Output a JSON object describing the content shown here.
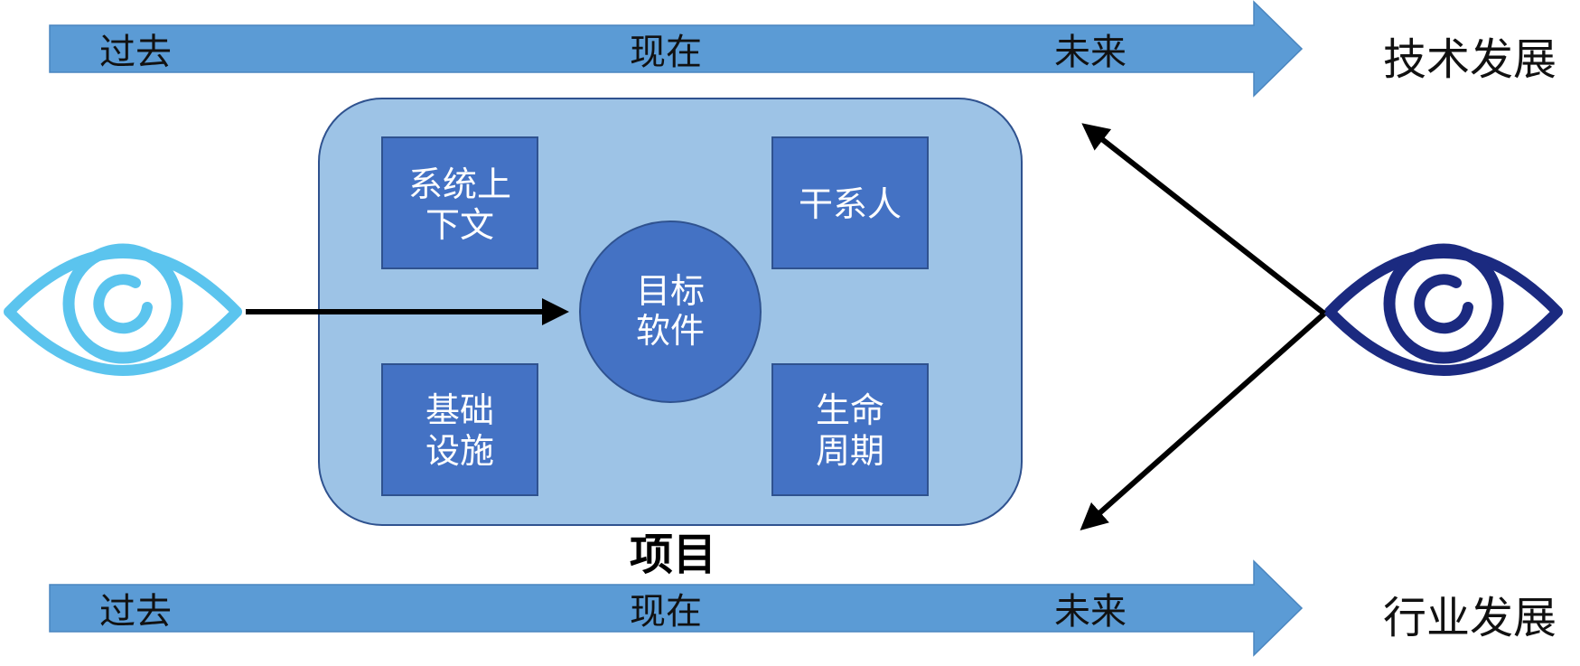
{
  "top_timeline": {
    "past": "过去",
    "present": "现在",
    "future": "未来",
    "label": "技术发展"
  },
  "bottom_timeline": {
    "past": "过去",
    "present": "现在",
    "future": "未来",
    "label": "行业发展"
  },
  "project": {
    "label": "项目",
    "center": {
      "line1": "目标",
      "line2": "软件"
    },
    "boxes": {
      "top_left": {
        "line1": "系统上",
        "line2": "下文"
      },
      "top_right": {
        "line1": "干系人"
      },
      "bottom_left": {
        "line1": "基础",
        "line2": "设施"
      },
      "bottom_right": {
        "line1": "生命",
        "line2": "周期"
      }
    }
  },
  "colors": {
    "timeline_arrow": "#5b9bd5",
    "project_area": "#9dc3e6",
    "box_fill": "#4472c4",
    "box_stroke": "#2f528f",
    "left_eye": "#5bc4ee",
    "right_eye": "#1b2a80",
    "connector": "#000000"
  },
  "icons": {
    "left_eye": "eye-icon",
    "right_eye": "eye-icon"
  }
}
